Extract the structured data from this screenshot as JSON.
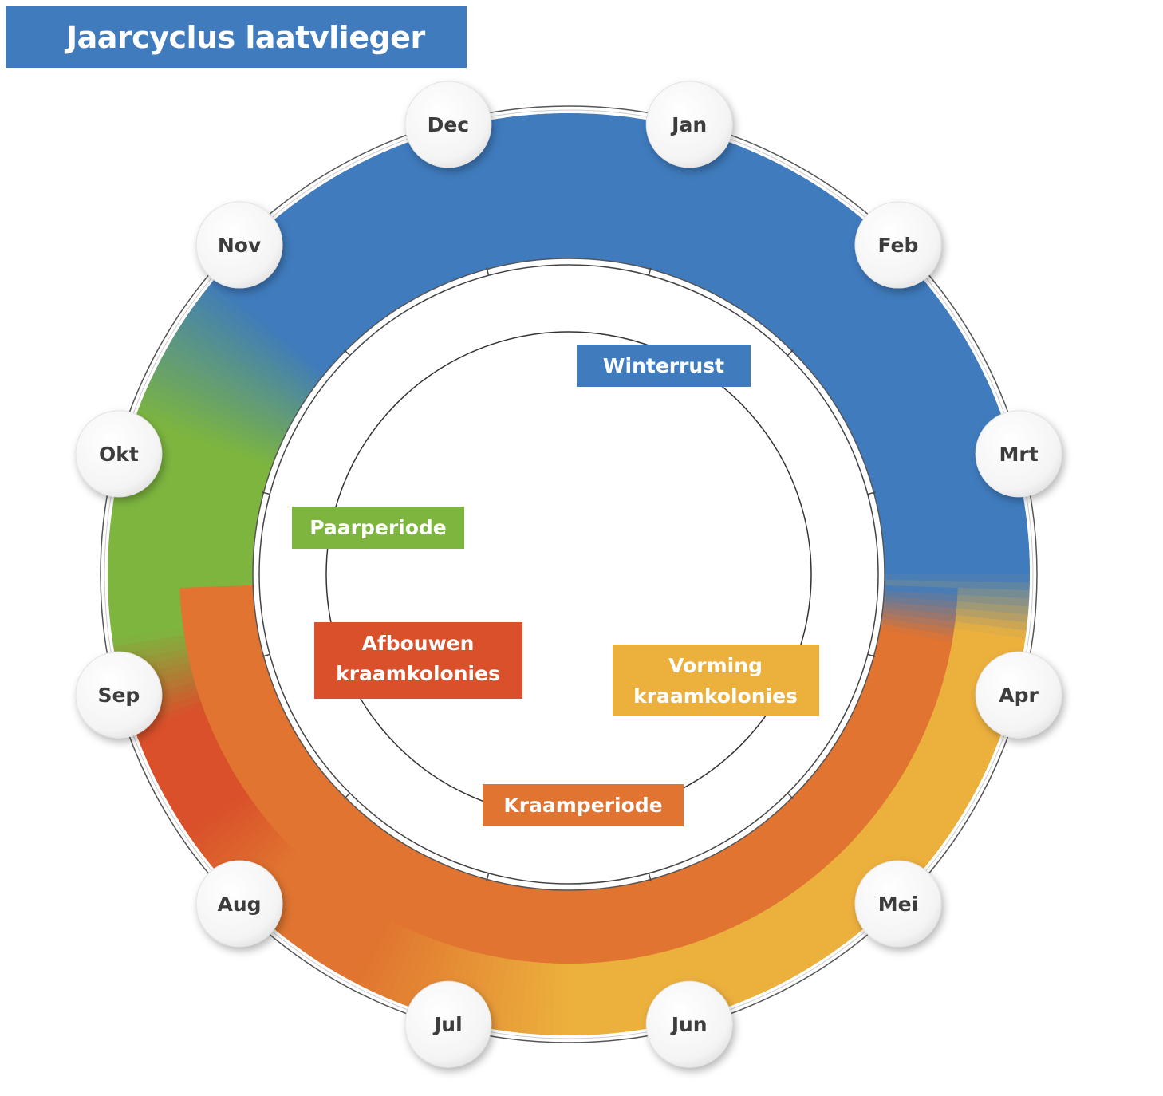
{
  "title": "Jaarcyclus laatvlieger",
  "colors": {
    "title_bg": "#3f7bbd",
    "winterrust": "#3f7bbd",
    "paarperiode": "#7db53f",
    "afbouwen": "#d9502a",
    "kraamperiode": "#e07430",
    "vorming": "#ecb03d"
  },
  "months": [
    "Jan",
    "Feb",
    "Mrt",
    "Apr",
    "Mei",
    "Jun",
    "Jul",
    "Aug",
    "Sep",
    "Okt",
    "Nov",
    "Dec"
  ],
  "phases": [
    {
      "id": "winterrust",
      "lines": [
        "Winterrust"
      ],
      "color": "#3f7bbd"
    },
    {
      "id": "paarperiode",
      "lines": [
        "Paarperiode"
      ],
      "color": "#7db53f"
    },
    {
      "id": "afbouwen",
      "lines": [
        "Afbouwen",
        "kraamkolonies"
      ],
      "color": "#d9502a"
    },
    {
      "id": "vorming",
      "lines": [
        "Vorming",
        "kraamkolonies"
      ],
      "color": "#ecb03d"
    },
    {
      "id": "kraamperiode",
      "lines": [
        "Kraamperiode"
      ],
      "color": "#e07430"
    }
  ]
}
